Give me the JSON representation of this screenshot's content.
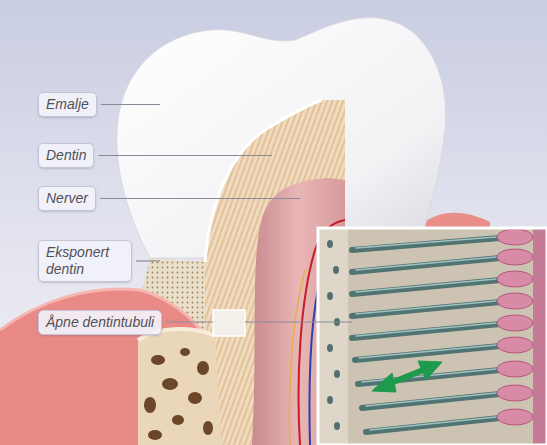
{
  "diagram": {
    "nodes": [
      {
        "text": [
          "Emalje"
        ]
      },
      {
        "text": [
          "Dentin"
        ]
      },
      {
        "text": [
          "Nerver"
        ]
      },
      {
        "text": [
          "Eksponert dentin"
        ]
      },
      {
        "text": [
          "Åpne dentintubuli"
        ]
      }
    ]
  }
}
